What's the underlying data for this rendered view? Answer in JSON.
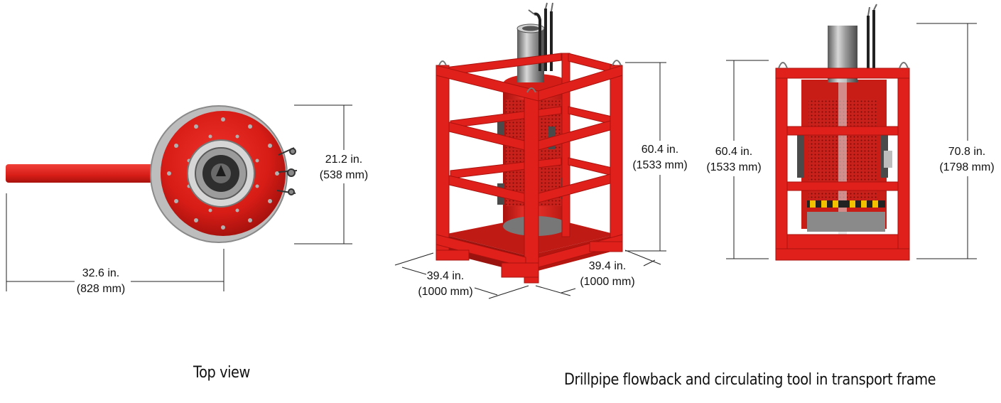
{
  "top_view": {
    "height_dim": {
      "inches": "21.2 in.",
      "mm": "(538 mm)"
    },
    "length_dim": {
      "inches": "32.6 in.",
      "mm": "(828 mm)"
    },
    "caption": "Top view"
  },
  "iso_view": {
    "height_dim": {
      "inches": "60.4 in.",
      "mm": "(1533 mm)"
    },
    "width_left_dim": {
      "inches": "39.4 in.",
      "mm": "(1000 mm)"
    },
    "width_right_dim": {
      "inches": "39.4 in.",
      "mm": "(1000 mm)"
    }
  },
  "front_view": {
    "frame_height_dim": {
      "inches": "60.4 in.",
      "mm": "(1533 mm)"
    },
    "total_height_dim": {
      "inches": "70.8 in.",
      "mm": "(1798 mm)"
    }
  },
  "main_caption": "Drillpipe flowback and circulating tool in transport frame",
  "colors": {
    "frame_red": "#e0201b",
    "steel": "#9a9a9a",
    "dark_steel": "#3a3a3a",
    "dim_line": "#222222"
  }
}
